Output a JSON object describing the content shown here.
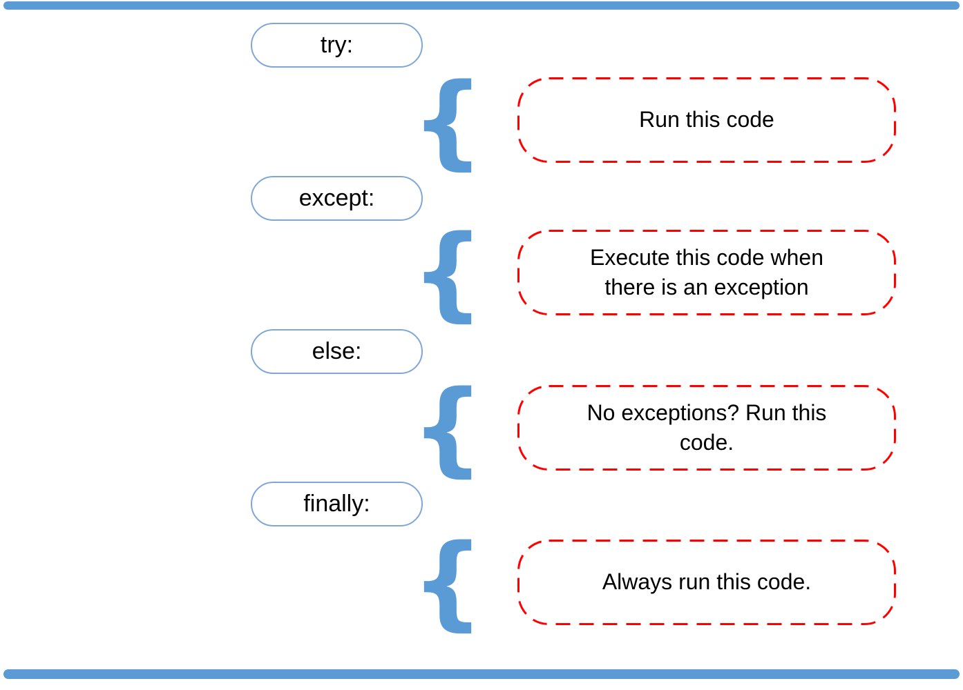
{
  "colors": {
    "accent-blue": "#5B9BD5",
    "pill-border-blue": "#7FA6D9",
    "dashed-red": "#FF0000",
    "text-black": "#000000"
  },
  "brace_glyph": "{",
  "rows": [
    {
      "keyword": "try:",
      "description": "Run this code"
    },
    {
      "keyword": "except:",
      "description": "Execute this code when\nthere is an exception"
    },
    {
      "keyword": "else:",
      "description": "No exceptions? Run this\ncode."
    },
    {
      "keyword": "finally:",
      "description": "Always run this code."
    }
  ]
}
